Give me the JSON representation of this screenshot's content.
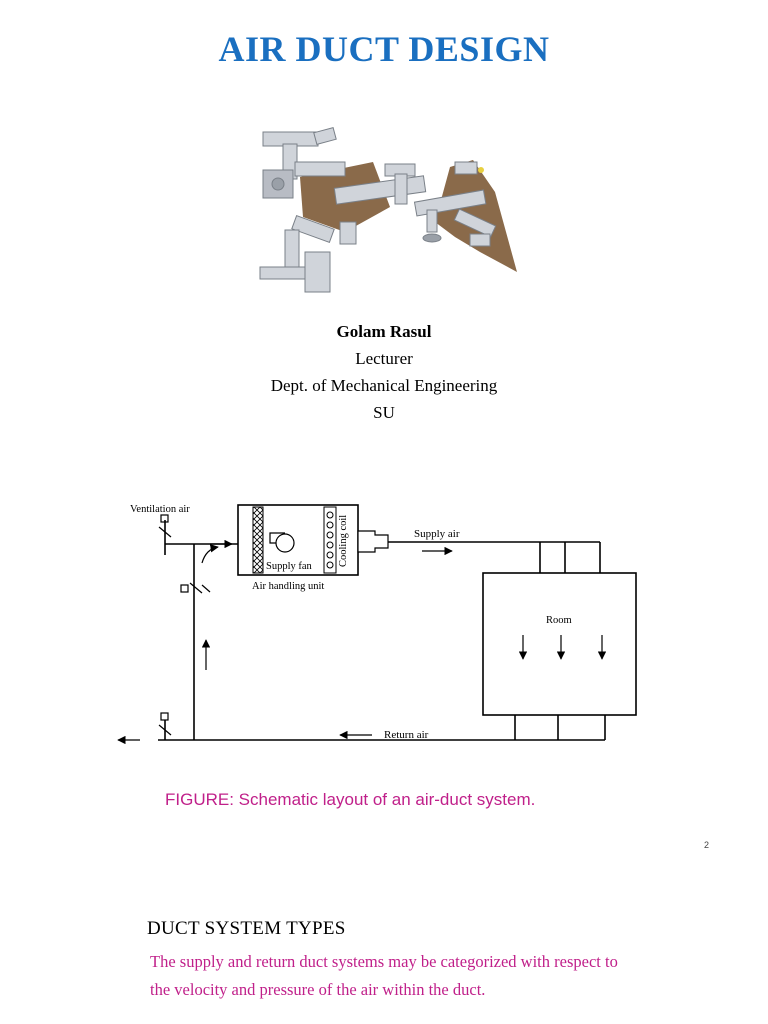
{
  "document": {
    "title": "AIR DUCT DESIGN",
    "author": {
      "name": "Golam Rasul",
      "role": "Lecturer",
      "department": "Dept. of Mechanical Engineering",
      "institution": "SU"
    },
    "schematic": {
      "labels": {
        "ventilation_air": "Ventilation air",
        "supply_air": "Supply air",
        "supply_fan": "Supply fan",
        "cooling_coil": "Cooling coil",
        "air_handling_unit": "Air handling unit",
        "room": "Room",
        "return_air": "Return air"
      }
    },
    "figure_caption": "FIGURE: Schematic layout of an air-duct system.",
    "page_number": "2",
    "section_heading": "DUCT SYSTEM TYPES",
    "section_text": "The supply and return duct systems may be categorized with respect to the velocity and pressure of the air within the duct.",
    "colors": {
      "title": "#1a6fc0",
      "accent_text": "#c0208a",
      "duct": "#c8ccd2",
      "floor": "#8a6a4a"
    }
  }
}
